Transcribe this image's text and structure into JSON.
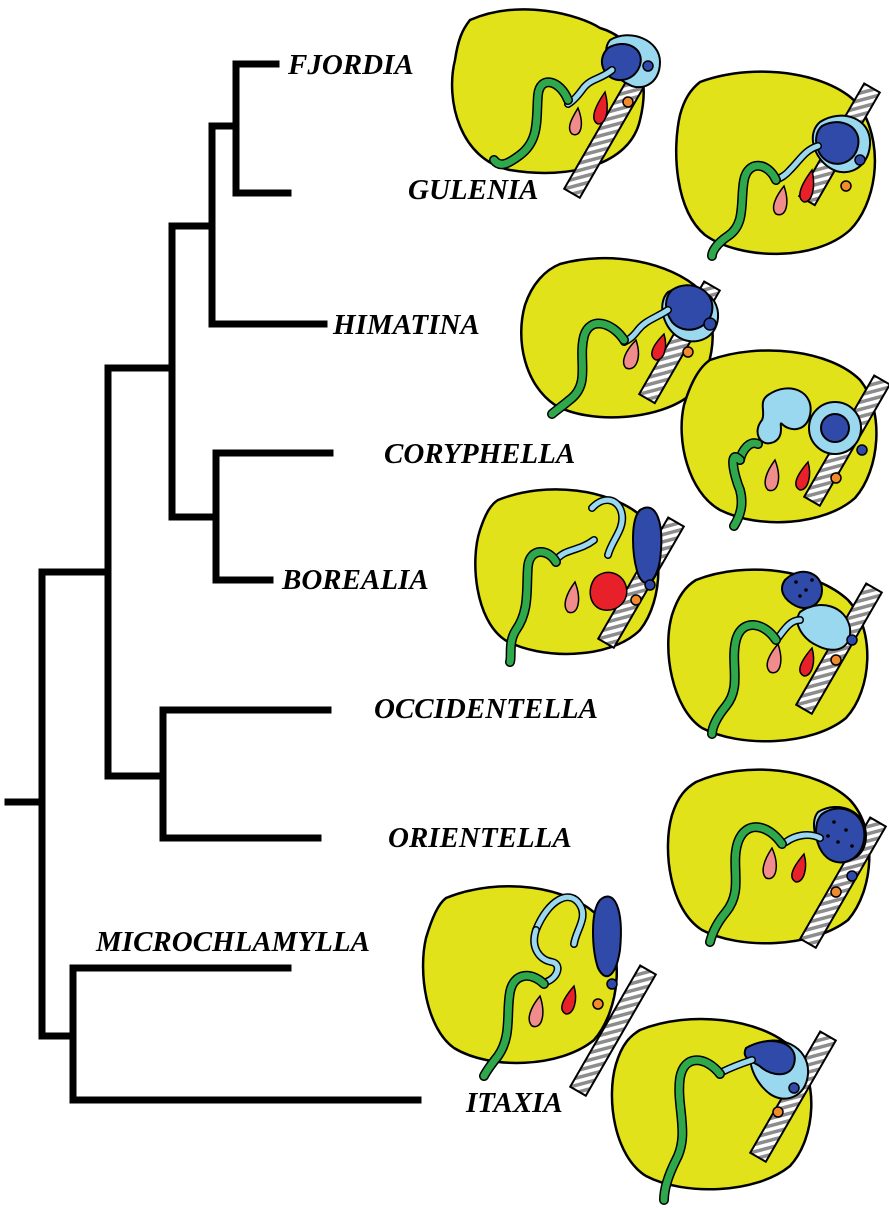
{
  "taxa": [
    {
      "id": "fjordia",
      "label": "FJORDIA"
    },
    {
      "id": "gulenia",
      "label": "GULENIA"
    },
    {
      "id": "himatina",
      "label": "HIMATINA"
    },
    {
      "id": "coryphella",
      "label": "CORYPHELLA"
    },
    {
      "id": "borealia",
      "label": "BOREALIA"
    },
    {
      "id": "occidentella",
      "label": "OCCIDENTELLA"
    },
    {
      "id": "orientella",
      "label": "ORIENTELLA"
    },
    {
      "id": "microchlamylla",
      "label": "MICROCHLAMYLLA"
    },
    {
      "id": "itaxia",
      "label": "ITAXIA"
    }
  ],
  "colors": {
    "gland": "#e2e21a",
    "duct": "#2ea84b",
    "prostate_light": "#99d8ef",
    "bursa_dark": "#2f4aa8",
    "stripe": "#9a9a9a",
    "pink": "#f08c8c",
    "red": "#e8202a",
    "orange": "#f28a2e"
  }
}
